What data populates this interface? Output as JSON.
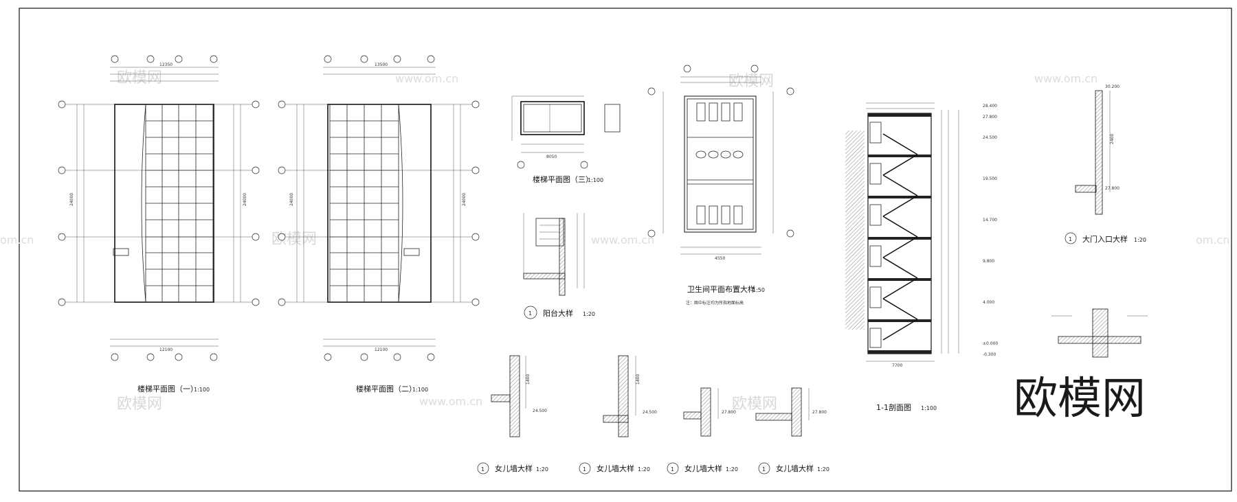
{
  "watermarks": {
    "cn": "欧模网",
    "url": "www.om.cn",
    "url_short": "om.cn",
    "logo": "欧模网"
  },
  "drawings": {
    "stair_plan_1": {
      "title": "楼梯平面图（一）",
      "scale": "1:100",
      "top_dim": "12350"
    },
    "stair_plan_2": {
      "title": "楼梯平面图（二）",
      "scale": "1:100",
      "top_dim": "13500"
    },
    "stair_plan_3": {
      "title": "楼梯平面图（三）",
      "scale": "1:100",
      "dim": "8050"
    },
    "balcony": {
      "num": "1",
      "title": "阳台大样",
      "scale": "1:20"
    },
    "toilet": {
      "title": "卫生间平面布置大样",
      "scale": "1:50",
      "note": "注：图中标注均为所指地面标高",
      "dim": "4550"
    },
    "section": {
      "title": "1-1剖面图",
      "scale": "1:100",
      "dim": "7700"
    },
    "gate": {
      "num": "1",
      "title": "大门入口大样",
      "scale": "1:20"
    },
    "parapet_1": {
      "num": "1",
      "title": "女儿墙大样",
      "scale": "1:20"
    },
    "parapet_2": {
      "num": "1",
      "title": "女儿墙大样",
      "scale": "1:20"
    },
    "parapet_3": {
      "num": "1",
      "title": "女儿墙大样",
      "scale": "1:20"
    },
    "parapet_4": {
      "num": "1",
      "title": "女儿墙大样",
      "scale": "1:20"
    }
  },
  "elevations": {
    "section": [
      "28.400",
      "27.800",
      "24.500",
      "19.500",
      "14.700",
      "9.800",
      "4.000",
      "±0.000",
      "-0.300"
    ],
    "gate": [
      "30.200",
      "27.800"
    ],
    "parapet": [
      "24.500",
      "27.800"
    ]
  },
  "dims": {
    "plan1_bottom": "12100",
    "plan2_bottom": "12100",
    "plan_height": "24000",
    "gate_h": "2400",
    "parapet_h": "1400"
  }
}
